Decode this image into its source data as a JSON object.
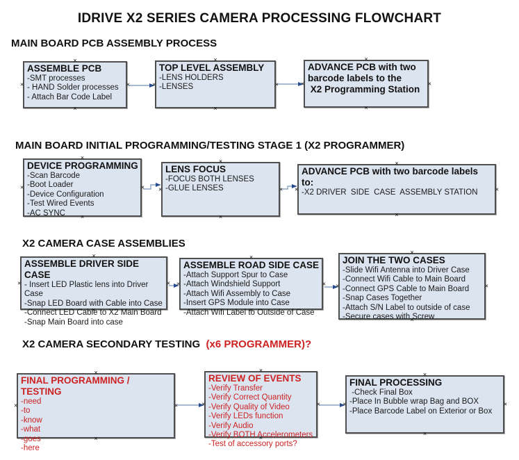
{
  "title": "IDRIVE X2  SERIES CAMERA PROCESSING FLOWCHART",
  "colors": {
    "box_fill": "#dce4f0",
    "box_border": "#4f4f4f",
    "arrow_line": "#8ca3c4",
    "arrow_head": "#2a4d8f",
    "red_text": "#cc2222",
    "black_text": "#111111"
  },
  "sections": [
    {
      "header": "MAIN BOARD PCB ASSEMBLY PROCESS",
      "boxes": [
        {
          "title": "ASSEMBLE PCB",
          "items": [
            "-SMT processes",
            "- HAND Solder processes",
            "- Attach Bar Code Label"
          ]
        },
        {
          "title": "TOP LEVEL ASSEMBLY",
          "items": [
            "-LENS HOLDERS",
            "-LENSES"
          ]
        },
        {
          "title": "ADVANCE PCB with two\nbarcode labels to the\n X2 Programming Station",
          "items": []
        }
      ]
    },
    {
      "header": "MAIN BOARD INITIAL PROGRAMMING/TESTING STAGE 1 (X2 PROGRAMMER)",
      "boxes": [
        {
          "title": "DEVICE PROGRAMMING",
          "items": [
            "-Scan Barcode",
            "-Boot Loader",
            "-Device Configuration",
            "-Test Wired Events",
            "-AC SYNC"
          ]
        },
        {
          "title": "LENS FOCUS",
          "items": [
            "-FOCUS BOTH LENSES",
            "-GLUE LENSES"
          ]
        },
        {
          "title": "ADVANCE PCB with two barcode labels to:",
          "items": [
            "-X2 DRIVER  SIDE  CASE  ASSEMBLY STATION"
          ]
        }
      ]
    },
    {
      "header": "X2 CAMERA CASE ASSEMBLIES",
      "boxes": [
        {
          "title": "ASSEMBLE DRIVER SIDE CASE",
          "items": [
            "- Insert LED Plastic lens into Driver Case",
            "-Snap LED Board with Cable into Case",
            "-Connect LED Cable to X2 Main Board",
            "-Snap Main Board into case"
          ]
        },
        {
          "title": "ASSEMBLE ROAD SIDE CASE",
          "items": [
            "-Attach Support Spur to Case",
            "-Attach Windshield Support",
            "-Attach Wifi Assembly to Case",
            "-Insert GPS Module into Case",
            "-Attach Wifi Label to Outside of Case"
          ]
        },
        {
          "title": "JOIN THE TWO CASES",
          "items": [
            "-Slide Wifi Antenna into Driver Case",
            "-Connect Wifi Cable to Main Board",
            "-Connect GPS Cable to Main Board",
            "-Snap Cases Together",
            "-Attach S/N Label to outside of case",
            "-Secure cases with Screw"
          ]
        }
      ]
    },
    {
      "header": "X2 CAMERA SECONDARY TESTING ",
      "header_suffix": " (x6 PROGRAMMER)?",
      "boxes": [
        {
          "title": "FINAL PROGRAMMING / TESTING",
          "items": [
            "-need",
            "-to",
            "-know",
            "-what",
            "-goes",
            "-here"
          ]
        },
        {
          "title": "REVIEW OF EVENTS",
          "items": [
            "-Verify Transfer",
            "-Verify Correct Quantity",
            "-Verify Quality of Video",
            "-Verify LEDs function",
            "-Verify Audio",
            "-Verify BOTH Accelerometers",
            "-Test of accessory ports?"
          ]
        },
        {
          "title": "FINAL PROCESSING",
          "items": [
            " -Check Final Box",
            "-Place In Bubble wrap Bag and BOX",
            "-Place Barcode Label on Exterior or Box"
          ]
        }
      ]
    }
  ]
}
